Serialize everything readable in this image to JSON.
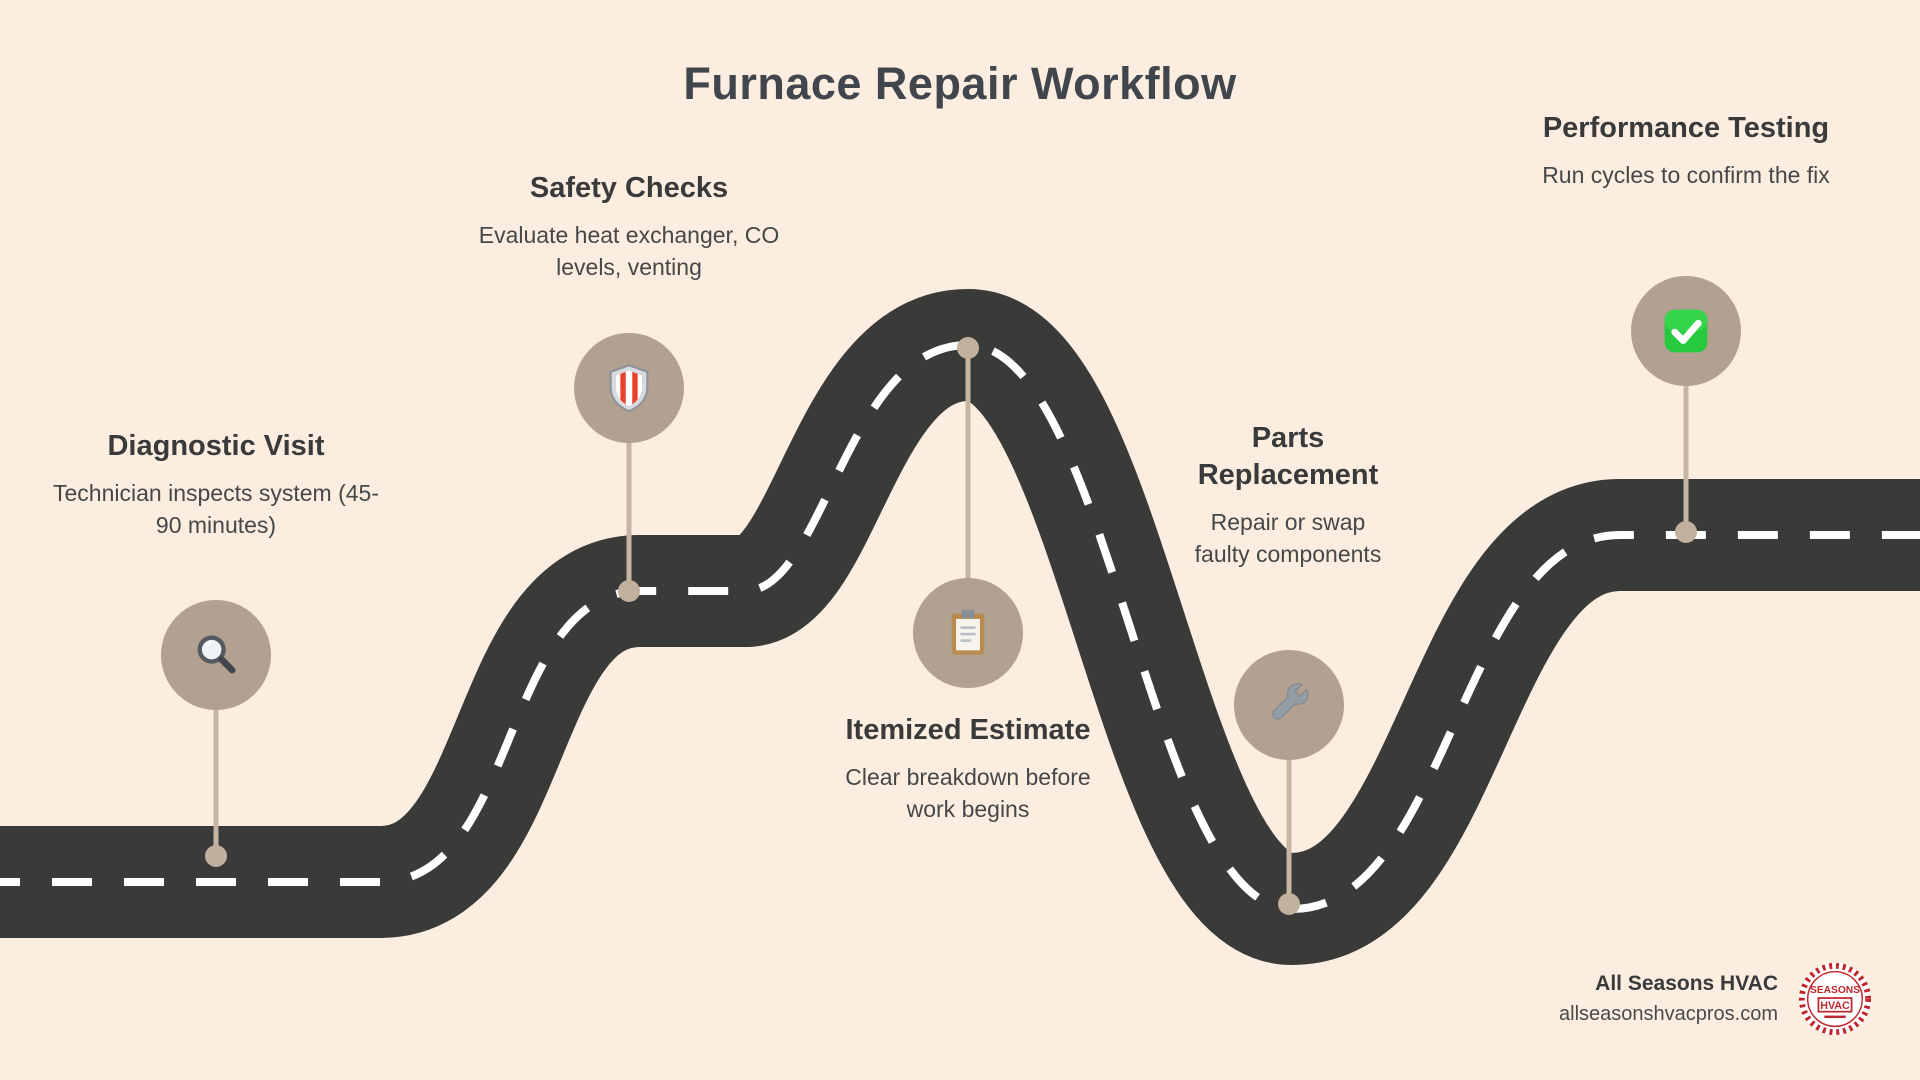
{
  "title": "Furnace Repair Workflow",
  "colors": {
    "background": "#fbeee1",
    "road": "#3a3a38",
    "road_dash": "#ffffff",
    "node_circle": "#b2a090",
    "stem": "#c7b5a3",
    "title_text": "#41464c",
    "body_text": "#474747",
    "logo_red": "#c0272d",
    "check_green": "#27c93f"
  },
  "milestones": [
    {
      "title": "Diagnostic Visit",
      "description": "Technician inspects system (45-90 minutes)",
      "icon": "magnifier-icon"
    },
    {
      "title": "Safety Checks",
      "description": "Evaluate heat exchanger, CO levels, venting",
      "icon": "shield-icon"
    },
    {
      "title": "Itemized Estimate",
      "description": "Clear breakdown before work begins",
      "icon": "clipboard-icon"
    },
    {
      "title": "Parts Replacement",
      "description": "Repair or swap faulty components",
      "icon": "wrench-icon"
    },
    {
      "title": "Performance Testing",
      "description": "Run cycles to confirm the fix",
      "icon": "check-icon"
    }
  ],
  "footer": {
    "company": "All Seasons HVAC",
    "website": "allseasonshvacpros.com",
    "logo_text_top": "SEASONS",
    "logo_text_main": "HVAC"
  }
}
